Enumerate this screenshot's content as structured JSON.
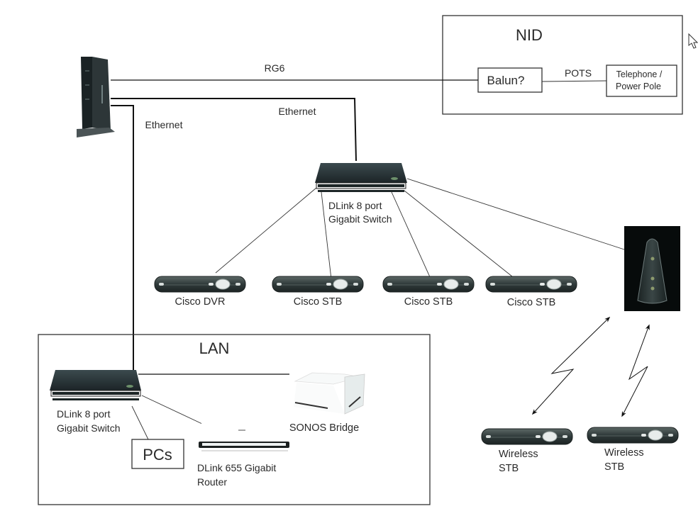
{
  "diagram": {
    "title": "Home network wiring diagram",
    "groups": {
      "nid": {
        "label": "NID"
      },
      "lan": {
        "label": "LAN"
      }
    },
    "nodes": {
      "modem": {
        "label": ""
      },
      "balun": {
        "label": "Balun?"
      },
      "telephone_pole": {
        "label_line1": "Telephone /",
        "label_line2": "Power Pole"
      },
      "main_switch": {
        "label_line1": "DLink 8 port",
        "label_line2": "Gigabit Switch"
      },
      "cisco_dvr": {
        "label": "Cisco DVR"
      },
      "cisco_stb_1": {
        "label": "Cisco STB"
      },
      "cisco_stb_2": {
        "label": "Cisco STB"
      },
      "cisco_stb_3": {
        "label": "Cisco STB"
      },
      "wireless_ap": {
        "label": ""
      },
      "wireless_stb_1": {
        "label_line1": "Wireless",
        "label_line2": "STB"
      },
      "wireless_stb_2": {
        "label_line1": "Wireless",
        "label_line2": "STB"
      },
      "lan_switch": {
        "label_line1": "DLink 8 port",
        "label_line2": "Gigabit Switch"
      },
      "pcs": {
        "label": "PCs"
      },
      "sonos_bridge": {
        "label": "SONOS Bridge"
      },
      "dlink_router": {
        "label_line1": "DLink 655 Gigabit",
        "label_line2": "Router"
      }
    },
    "links": {
      "rg6": {
        "label": "RG6"
      },
      "pots": {
        "label": "POTS"
      },
      "ethernet_to_switch": {
        "label": "Ethernet"
      },
      "ethernet_to_lan": {
        "label": "Ethernet"
      }
    },
    "icons": {
      "cursor": "mouse-pointer-icon"
    }
  }
}
